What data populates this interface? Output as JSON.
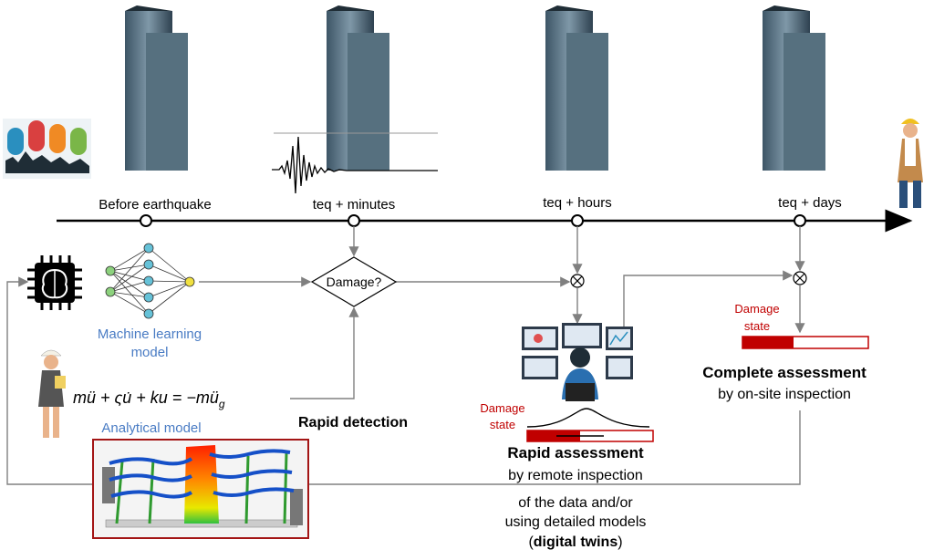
{
  "timeline": {
    "milestones": [
      {
        "label": "Before earthquake"
      },
      {
        "label": "teq + minutes"
      },
      {
        "label": "teq + hours"
      },
      {
        "label": "teq + days"
      }
    ]
  },
  "ml": {
    "label_line1": "Machine learning",
    "label_line2": "model"
  },
  "decision": {
    "label": "Damage?"
  },
  "equation": {
    "text": "mü + ςu̇ + ku = −mü",
    "subscript": "g"
  },
  "analytical": {
    "label": "Analytical model"
  },
  "rapid_detection": {
    "label": "Rapid detection"
  },
  "rapid_assessment": {
    "damage_line1": "Damage",
    "damage_line2": "state",
    "title": "Rapid assessment",
    "line1": "by remote inspection",
    "line2": "of the data and/or",
    "line3": "using detailed models",
    "line4_prefix": "(",
    "line4_bold": "digital twins",
    "line4_suffix": ")"
  },
  "complete_assessment": {
    "damage_line1": "Damage",
    "damage_line2": "state",
    "title": "Complete assessment",
    "line1": "by on-site inspection"
  },
  "colors": {
    "accent_red": "#c00000",
    "model_blue": "#4a7cc4",
    "arrow_gray": "#808080"
  }
}
